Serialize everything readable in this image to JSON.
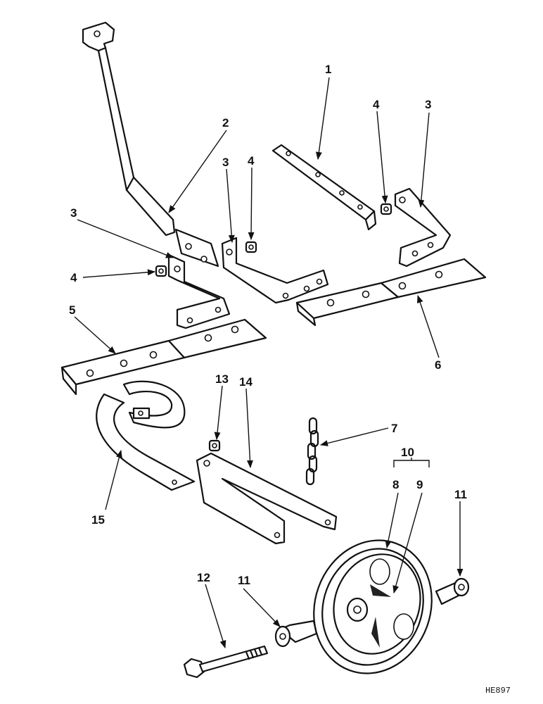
{
  "callouts": [
    {
      "id": "c1",
      "label": "1"
    },
    {
      "id": "c2",
      "label": "2"
    },
    {
      "id": "c3a",
      "label": "3"
    },
    {
      "id": "c3b",
      "label": "3"
    },
    {
      "id": "c3c",
      "label": "3"
    },
    {
      "id": "c4a",
      "label": "4"
    },
    {
      "id": "c4b",
      "label": "4"
    },
    {
      "id": "c4c",
      "label": "4"
    },
    {
      "id": "c5",
      "label": "5"
    },
    {
      "id": "c6",
      "label": "6"
    },
    {
      "id": "c7",
      "label": "7"
    },
    {
      "id": "c8",
      "label": "8"
    },
    {
      "id": "c9",
      "label": "9"
    },
    {
      "id": "c10",
      "label": "10"
    },
    {
      "id": "c11a",
      "label": "11"
    },
    {
      "id": "c11b",
      "label": "11"
    },
    {
      "id": "c12",
      "label": "12"
    },
    {
      "id": "c13",
      "label": "13"
    },
    {
      "id": "c14",
      "label": "14"
    },
    {
      "id": "c15",
      "label": "15"
    }
  ],
  "drawing_code": "HE897",
  "colors": {
    "ink": "#111111",
    "paper": "#ffffff"
  }
}
